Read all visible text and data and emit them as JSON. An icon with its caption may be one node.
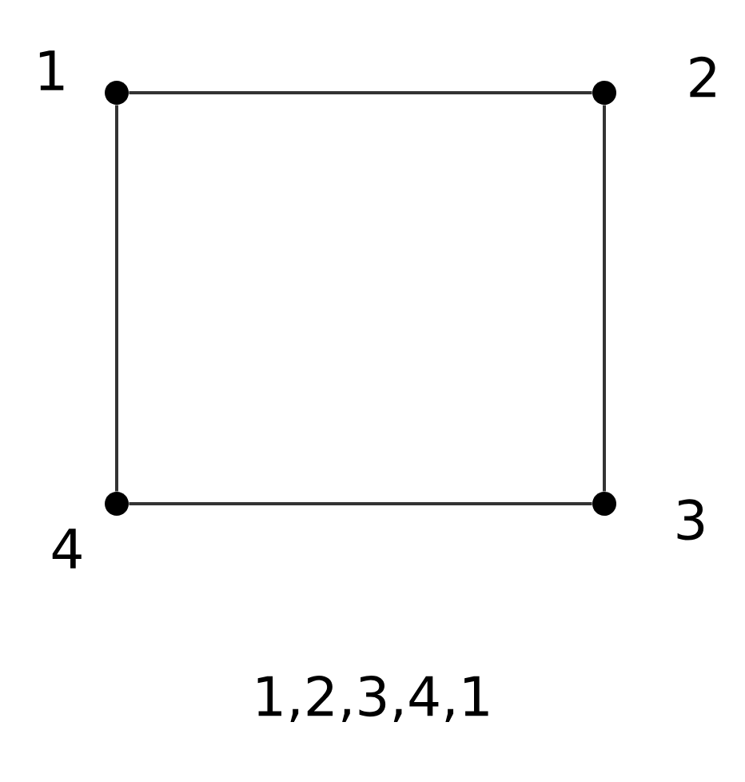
{
  "diagram": {
    "nodes": [
      {
        "text": [],
        "shape": "circle",
        "beside": [
          "1"
        ]
      },
      {
        "text": [],
        "shape": "circle",
        "beside": [
          "2"
        ]
      },
      {
        "text": [],
        "shape": "circle",
        "beside": [
          "3"
        ]
      },
      {
        "text": [],
        "shape": "circle",
        "beside": [
          "4"
        ]
      }
    ],
    "edges": [
      {
        "from": 0,
        "to": 1,
        "arrow": "none"
      },
      {
        "from": 1,
        "to": 2,
        "arrow": "none"
      },
      {
        "from": 2,
        "to": 3,
        "arrow": "none"
      },
      {
        "from": 3,
        "to": 0,
        "arrow": "none"
      }
    ],
    "labels": [
      "1,2,3,4,1"
    ]
  }
}
